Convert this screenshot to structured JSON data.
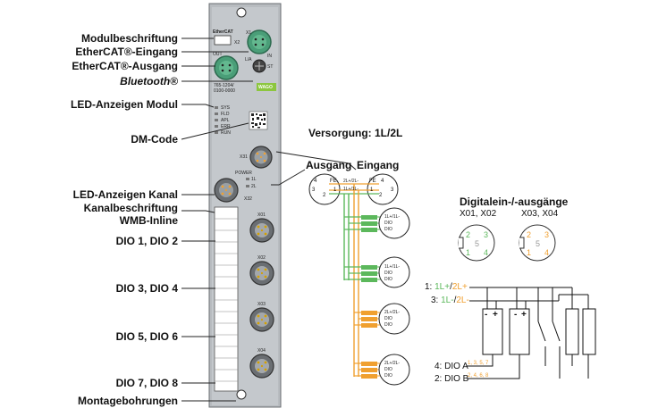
{
  "labels": {
    "modulbeschriftung": "Modulbeschriftung",
    "ethercat_eingang": "EtherCAT®-Eingang",
    "ethercat_ausgang": "EtherCAT®-Ausgang",
    "bluetooth": "Bluetooth®",
    "led_modul": "LED-Anzeigen Modul",
    "dm_code": "DM-Code",
    "led_kanal": "LED-Anzeigen Kanal",
    "kanalbeschriftung": "Kanalbeschriftung",
    "wmb_inline": "WMB-Inline",
    "dio12": "DIO 1, DIO 2",
    "dio34": "DIO 3, DIO 4",
    "dio56": "DIO 5, DIO 6",
    "dio78": "DIO 7, DIO 8",
    "montage": "Montagebohrungen"
  },
  "supply": {
    "title": "Versorgung: 1L/2L",
    "ausgang": "Ausgang",
    "eingang": "Eingang",
    "conn_left": {
      "p4": "4",
      "p3": "3",
      "p2": "2",
      "p1": "1",
      "fe": "FE"
    },
    "conn_right": {
      "p4": "4",
      "p3": "3",
      "p2": "2",
      "p1": "1",
      "fe": "FE"
    },
    "row_top": "2L+/2L-",
    "row_bottom": "1L+/1L-"
  },
  "module": {
    "brand": "EtherCAT",
    "x2": "X2",
    "x1": "X1",
    "in": "IN",
    "out": "OUT",
    "st": "ST",
    "bt_label": "L/A",
    "article": "765-1204/",
    "article2": "0100-0000",
    "logo": "WAGO",
    "leds": [
      "SYS",
      "FLD",
      "APL",
      "ERR",
      "RUN"
    ],
    "x31": "X31",
    "power": "POWER",
    "p1l": "1L",
    "p2l": "2L",
    "x32": "X32",
    "ports": [
      "X01",
      "X02",
      "X03",
      "X04"
    ]
  },
  "io_connectors": [
    {
      "pins": [
        "1L+/1L-",
        "DIO",
        "DIO"
      ],
      "color": "#5cb85c"
    },
    {
      "pins": [
        "1L+/1L-",
        "DIO",
        "DIO"
      ],
      "color": "#5cb85c"
    },
    {
      "pins": [
        "2L+/2L-",
        "DIO",
        "DIO"
      ],
      "color": "#f0a030"
    },
    {
      "pins": [
        "2L+/2L-",
        "DIO",
        "DIO"
      ],
      "color": "#f0a030"
    }
  ],
  "digital": {
    "title": "Digitalein-/-ausgänge",
    "left_ports": "X01, X02",
    "right_ports": "X03, X04",
    "left_pins": {
      "p2": "2",
      "p3": "3",
      "p5": "5",
      "p1": "1",
      "p4": "4"
    },
    "right_pins": {
      "p2": "2",
      "p3": "3",
      "p5": "5",
      "p1": "1",
      "p4": "4"
    }
  },
  "wiring": {
    "pin1_prefix": "1: ",
    "pin1_a": "1L+",
    "pin1_sep": "/",
    "pin1_b": "2L+",
    "pin3_prefix": "3: ",
    "pin3_a": "1L-",
    "pin3_sep": "/",
    "pin3_b": "2L-",
    "dio_a": "4: DIO A",
    "dio_a_sub": "1, 3, 5, 7",
    "dio_b": "2: DIO B",
    "dio_b_sub": "2, 4, 6, 8",
    "plus": "+",
    "minus": "-"
  },
  "colors": {
    "green": "#5cb85c",
    "orange": "#f0a030",
    "module_body": "#b8bcc0",
    "connector": "#6a6e72"
  }
}
